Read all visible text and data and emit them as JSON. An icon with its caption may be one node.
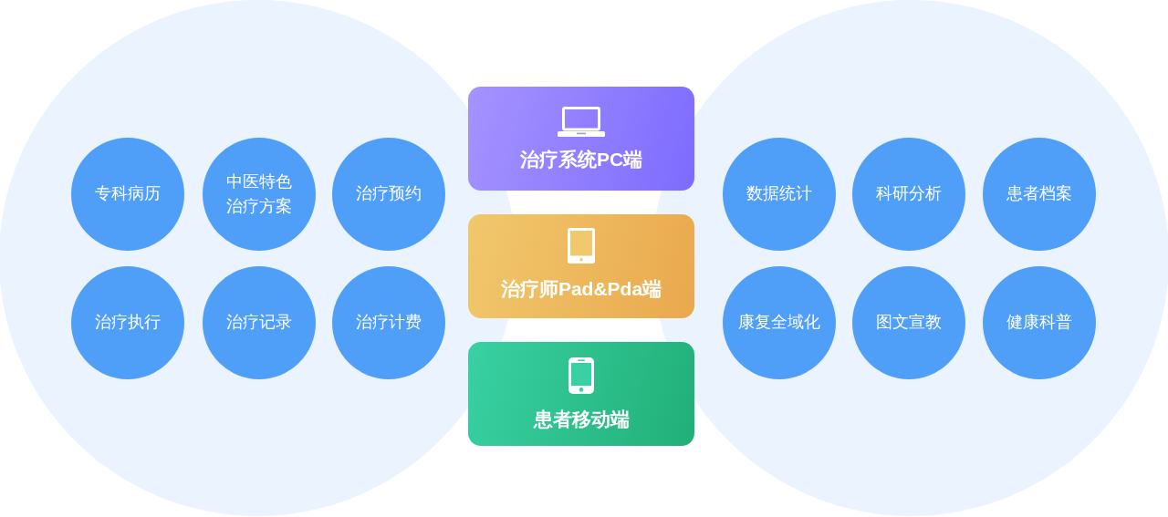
{
  "diagram": {
    "nodes": [
      {
        "text": [],
        "shape": "circle"
      },
      {
        "text": [
          "专科病历"
        ],
        "in": 0
      },
      {
        "text": [
          "中医特色治疗方案"
        ],
        "in": 0
      },
      {
        "text": [
          "治疗预约"
        ],
        "in": 0
      },
      {
        "text": [
          "治疗执行"
        ],
        "in": 0
      },
      {
        "text": [
          "治疗记录"
        ],
        "in": 0
      },
      {
        "text": [
          "治疗计费"
        ],
        "in": 0
      },
      {
        "text": [
          "治疗系统PC端"
        ]
      },
      {
        "text": [
          "治疗师Pad&Pda端"
        ]
      },
      {
        "text": [
          "患者移动端"
        ]
      },
      {
        "text": [],
        "shape": "circle"
      },
      {
        "text": [
          "数据统计"
        ],
        "in": 10
      },
      {
        "text": [
          "科研分析"
        ],
        "in": 10
      },
      {
        "text": [
          "患者档案"
        ],
        "in": 10
      },
      {
        "text": [
          "康复全域化"
        ],
        "in": 10
      },
      {
        "text": [
          "图文宣教"
        ],
        "in": 10
      },
      {
        "text": [
          "健康科普"
        ],
        "in": 10
      }
    ]
  }
}
